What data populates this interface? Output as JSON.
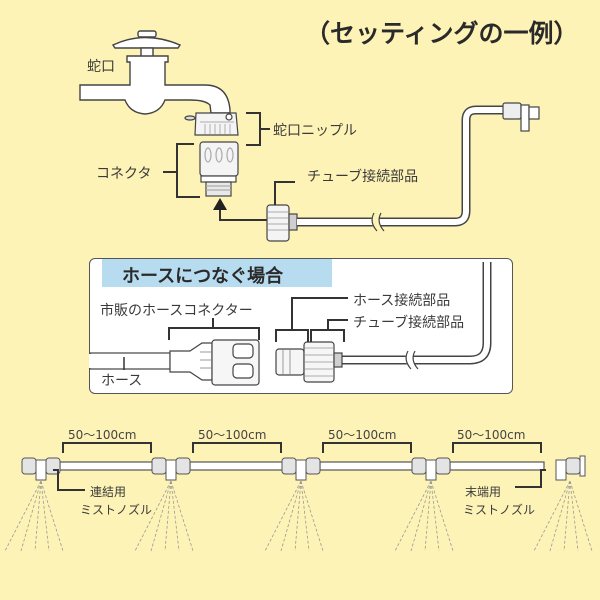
{
  "title": "（セッティングの一例）",
  "setup": {
    "faucet_label": "蛇口",
    "faucet_nipple_label": "蛇口ニップル",
    "connector_label": "コネクタ",
    "tube_connection_label": "チューブ接続部品"
  },
  "hose_box": {
    "heading": "ホースにつなぐ場合",
    "commercial_connector_label": "市販のホースコネクター",
    "hose_connection_label": "ホース接続部品",
    "tube_connection_label": "チューブ接続部品",
    "hose_label": "ホース"
  },
  "mist_line": {
    "spacings": [
      "50～100cm",
      "50～100cm",
      "50～100cm",
      "50～100cm"
    ],
    "joint_nozzle_label": [
      "連結用",
      "ミストノズル"
    ],
    "end_nozzle_label": [
      "末端用",
      "ミストノズル"
    ]
  },
  "colors": {
    "background": "#fdf3b6",
    "banner": "#b7dcef",
    "line": "#333333",
    "part_fill": "#ffffff",
    "part_shade": "#d8d8d8"
  }
}
